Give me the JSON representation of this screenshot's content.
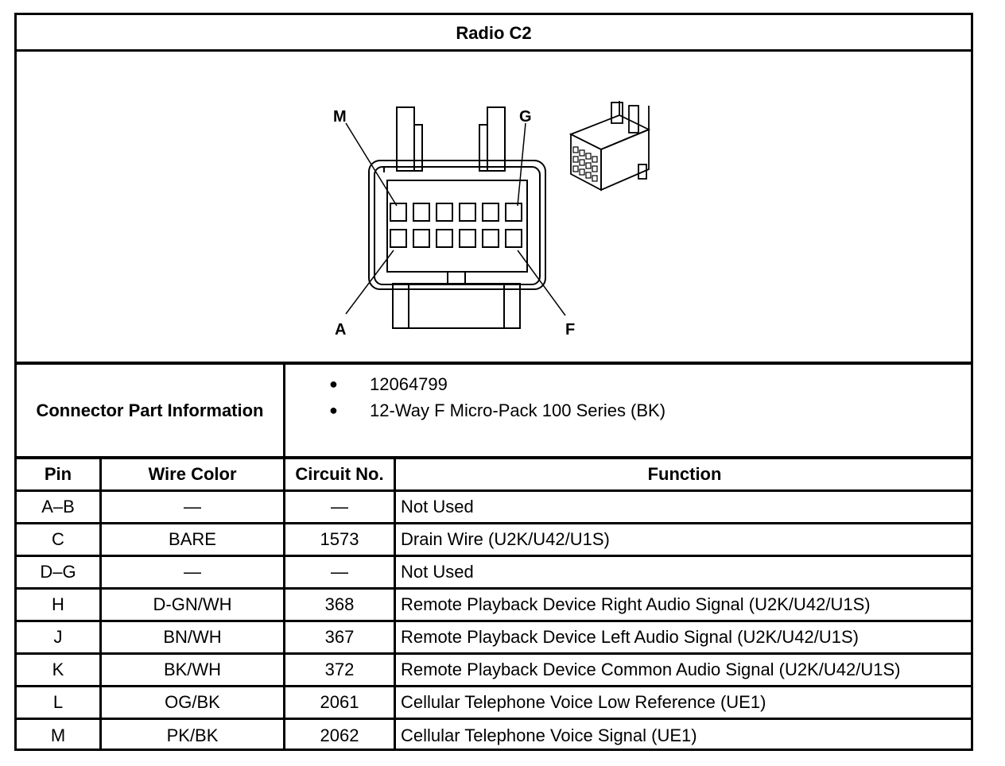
{
  "title": "Radio C2",
  "diagram": {
    "labels": {
      "m": "M",
      "g": "G",
      "a": "A",
      "f": "F"
    }
  },
  "connector_info": {
    "label": "Connector Part Information",
    "items": [
      "12064799",
      "12-Way F Micro-Pack 100 Series (BK)"
    ]
  },
  "table": {
    "headers": [
      "Pin",
      "Wire Color",
      "Circuit No.",
      "Function"
    ],
    "rows": [
      {
        "pin": "A–B",
        "color": "—",
        "circuit": "—",
        "function": "Not Used"
      },
      {
        "pin": "C",
        "color": "BARE",
        "circuit": "1573",
        "function": "Drain Wire (U2K/U42/U1S)"
      },
      {
        "pin": "D–G",
        "color": "—",
        "circuit": "—",
        "function": "Not Used"
      },
      {
        "pin": "H",
        "color": "D-GN/WH",
        "circuit": "368",
        "function": "Remote Playback Device Right Audio Signal (U2K/U42/U1S)"
      },
      {
        "pin": "J",
        "color": "BN/WH",
        "circuit": "367",
        "function": "Remote Playback Device Left Audio Signal (U2K/U42/U1S)"
      },
      {
        "pin": "K",
        "color": "BK/WH",
        "circuit": "372",
        "function": "Remote Playback Device Common Audio Signal (U2K/U42/U1S)"
      },
      {
        "pin": "L",
        "color": "OG/BK",
        "circuit": "2061",
        "function": "Cellular Telephone Voice Low Reference (UE1)"
      },
      {
        "pin": "M",
        "color": "PK/BK",
        "circuit": "2062",
        "function": "Cellular Telephone Voice Signal (UE1)"
      }
    ]
  }
}
